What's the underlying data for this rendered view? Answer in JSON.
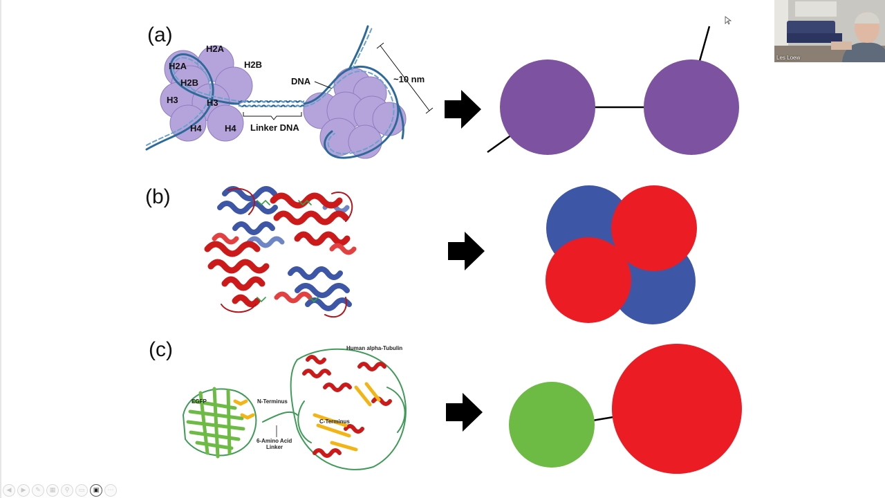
{
  "panels": {
    "a": {
      "label": "(a)",
      "histones": [
        "H2A",
        "H2A",
        "H2B",
        "H2B",
        "H3",
        "H3",
        "H4",
        "H4"
      ],
      "dna_label": "DNA",
      "linker_label": "Linker DNA",
      "size_label": "~10 nm"
    },
    "b": {
      "label": "(b)"
    },
    "c": {
      "label": "(c)",
      "protein_title": "Human alpha-Tubulin",
      "egfp_label": "EGFP",
      "n_terminus_label": "N-Terminus",
      "c_terminus_label": "C-Terminus",
      "linker_label_line1": "6-Amino Acid",
      "linker_label_line2": "Linker"
    }
  },
  "colors": {
    "nucleosome": "#7d52a0",
    "histone": "#b5a4dc",
    "dna": "#2e6a99",
    "blue_subunit": "#3d56a6",
    "red_subunit": "#ec1c24",
    "green_egfp": "#6dbb45",
    "strand_green": "#3f9a57",
    "sheet_yellow": "#f2b515",
    "helix_red": "#cc1a1a",
    "arrow": "#000000"
  },
  "webcam": {
    "name": "Les Loew"
  },
  "toolbar": {
    "icons": [
      "prev-icon",
      "next-icon",
      "pen-icon",
      "slides-icon",
      "zoom-icon",
      "subtitle-icon",
      "camera-icon",
      "more-icon"
    ]
  }
}
